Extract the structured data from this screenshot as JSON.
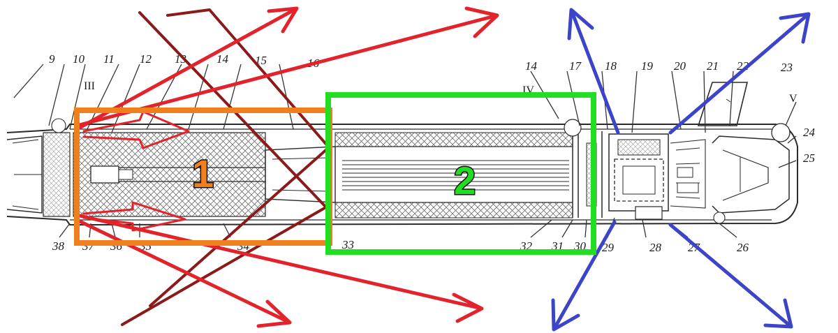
{
  "colors": {
    "region1": "#f07f1e",
    "region2": "#22dd22",
    "red_arrow": "#e2232b",
    "dark_red_line": "#8b1a1a",
    "blue_arrow": "#3c44c8"
  },
  "regions": [
    {
      "id": "1",
      "label": "1",
      "color": "#f07f1e"
    },
    {
      "id": "2",
      "label": "2",
      "color": "#22dd22"
    }
  ],
  "callouts_top": [
    "9",
    "10",
    "11",
    "12",
    "13",
    "14",
    "15",
    "16",
    "14",
    "17",
    "18",
    "19",
    "20",
    "21",
    "22",
    "23"
  ],
  "callouts_bottom": [
    "38",
    "37",
    "36",
    "35",
    "34",
    "33",
    "32",
    "31",
    "30",
    "29",
    "28",
    "27",
    "26"
  ],
  "right_labels": [
    "24",
    "25"
  ],
  "roman_labels": [
    "III",
    "IV",
    "V"
  ]
}
